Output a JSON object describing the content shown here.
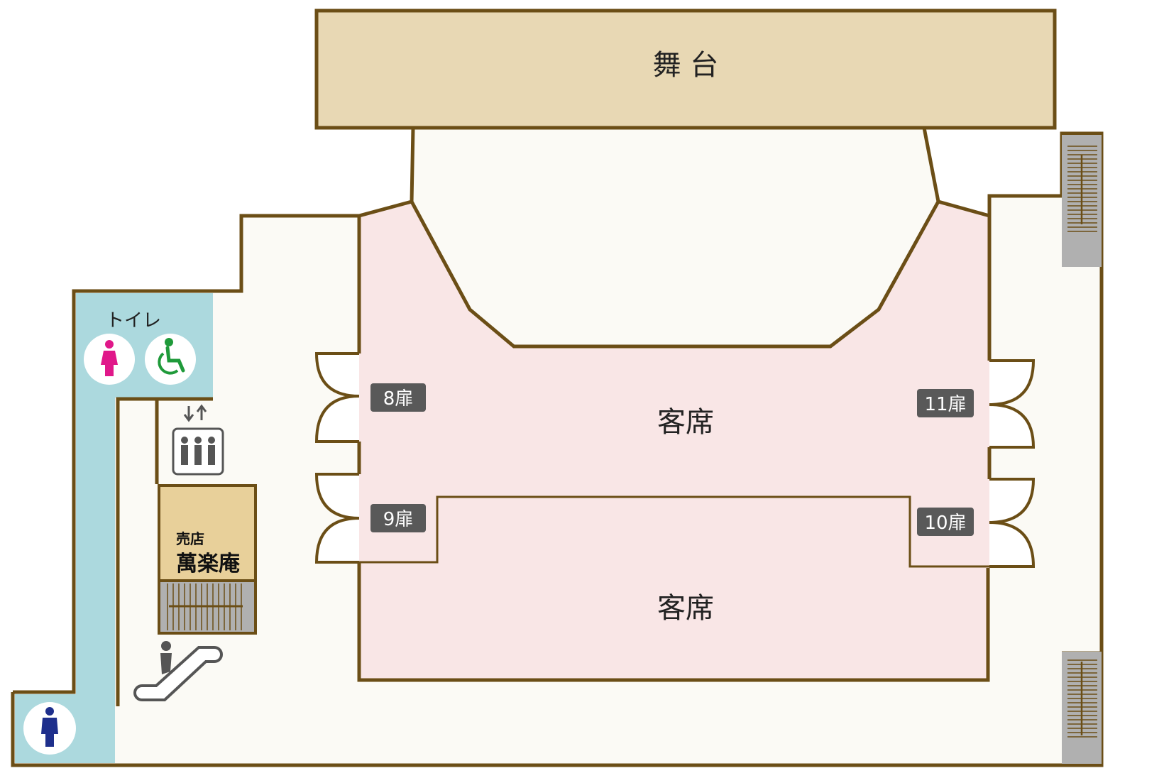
{
  "labels": {
    "stage": "舞 台",
    "seats_upper": "客席",
    "seats_lower": "客席",
    "toilet": "トイレ",
    "shop_small": "売店",
    "shop_name": "萬楽庵"
  },
  "doors": [
    {
      "id": "8",
      "label": "8扉"
    },
    {
      "id": "9",
      "label": "9扉"
    },
    {
      "id": "10",
      "label": "10扉"
    },
    {
      "id": "11",
      "label": "11扉"
    }
  ],
  "icons": {
    "female_toilet": "female-toilet-icon",
    "accessible_toilet": "wheelchair-icon",
    "male_toilet": "male-toilet-icon",
    "elevator": "elevator-icon",
    "escalator": "escalator-icon",
    "stairs": "stairs-icon"
  },
  "colors": {
    "wall": "#6b4e16",
    "floor": "#fbfaf5",
    "stage": "#e8d8b4",
    "seating": "#f9e6e6",
    "toilet": "#acd9de",
    "shop": "#e8d09a",
    "stairs": "#b0b0b0",
    "door_tag": "#595959",
    "female": "#e0188a",
    "accessible": "#1f9a3a",
    "male": "#1e2f8c"
  }
}
